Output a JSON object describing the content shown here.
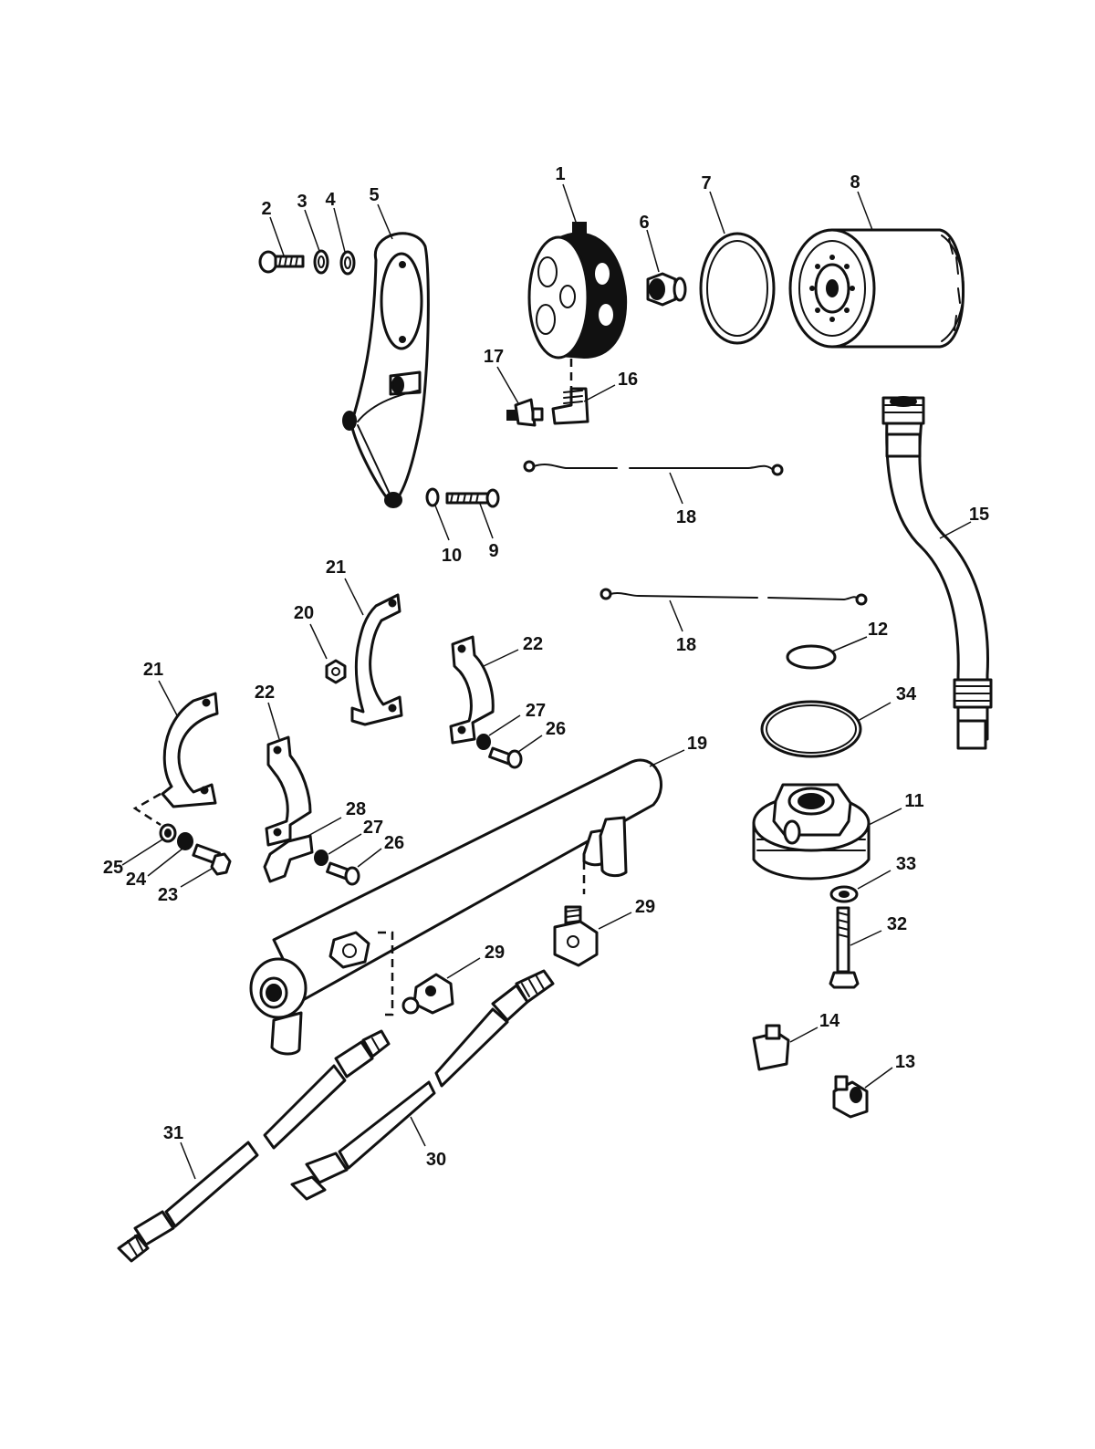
{
  "callouts": [
    {
      "label": "1"
    },
    {
      "label": "2"
    },
    {
      "label": "3"
    },
    {
      "label": "4"
    },
    {
      "label": "5"
    },
    {
      "label": "6"
    },
    {
      "label": "7"
    },
    {
      "label": "8"
    },
    {
      "label": "9"
    },
    {
      "label": "10"
    },
    {
      "label": "11"
    },
    {
      "label": "12"
    },
    {
      "label": "13"
    },
    {
      "label": "14"
    },
    {
      "label": "15"
    },
    {
      "label": "16"
    },
    {
      "label": "17"
    },
    {
      "label": "18"
    },
    {
      "label": "18"
    },
    {
      "label": "19"
    },
    {
      "label": "20"
    },
    {
      "label": "21"
    },
    {
      "label": "21"
    },
    {
      "label": "22"
    },
    {
      "label": "22"
    },
    {
      "label": "23"
    },
    {
      "label": "24"
    },
    {
      "label": "25"
    },
    {
      "label": "26"
    },
    {
      "label": "26"
    },
    {
      "label": "27"
    },
    {
      "label": "27"
    },
    {
      "label": "28"
    },
    {
      "label": "29"
    },
    {
      "label": "29"
    },
    {
      "label": "30"
    },
    {
      "label": "31"
    },
    {
      "label": "32"
    },
    {
      "label": "33"
    },
    {
      "label": "34"
    }
  ]
}
